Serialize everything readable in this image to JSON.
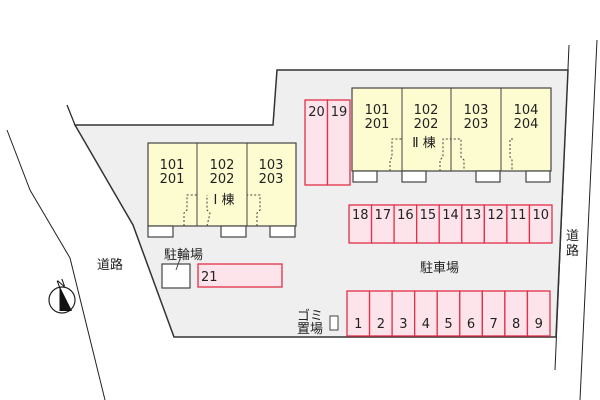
{
  "labels": {
    "road_left": "道路",
    "road_right": "道路",
    "bicycle_parking": "駐輪場",
    "parking_lot": "駐車場",
    "garbage_line1": "ゴミ",
    "garbage_line2": "置場",
    "north": "N"
  },
  "building_1": {
    "name": "Ⅰ 棟",
    "units": [
      {
        "upper": "101",
        "lower": "201"
      },
      {
        "upper": "102",
        "lower": "202"
      },
      {
        "upper": "103",
        "lower": "203"
      }
    ]
  },
  "building_2": {
    "name": "Ⅱ 棟",
    "units": [
      {
        "upper": "101",
        "lower": "201"
      },
      {
        "upper": "102",
        "lower": "202"
      },
      {
        "upper": "103",
        "lower": "203"
      },
      {
        "upper": "104",
        "lower": "204"
      }
    ]
  },
  "parking": {
    "vertical_pair": [
      "20",
      "19"
    ],
    "middle_row": [
      "18",
      "17",
      "16",
      "15",
      "14",
      "13",
      "12",
      "11",
      "10"
    ],
    "bottom_row": [
      "1",
      "2",
      "3",
      "4",
      "5",
      "6",
      "7",
      "8",
      "9"
    ],
    "single": "21"
  },
  "colors": {
    "lot": "#efefef",
    "building": "#fdfbd0",
    "parking_fill": "#fde3ea",
    "parking_stroke": "#e0304a"
  }
}
